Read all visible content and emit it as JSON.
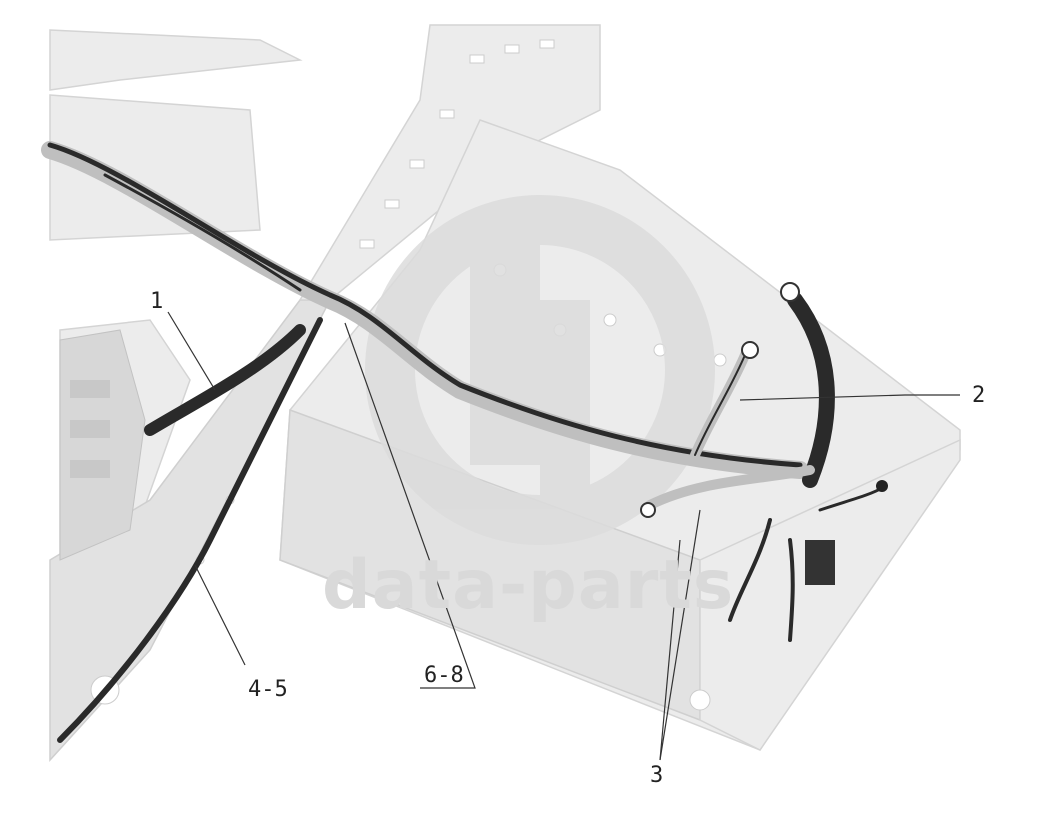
{
  "callouts": {
    "c1": "1",
    "c2": "2",
    "c3": "3",
    "c45": "4-5",
    "c68": "6-8"
  },
  "watermark": {
    "text": "data-parts"
  },
  "colors": {
    "background": "#ffffff",
    "frame": "#ececec",
    "cable": "#2a2a2a",
    "watermark": "#d9d9d9"
  }
}
